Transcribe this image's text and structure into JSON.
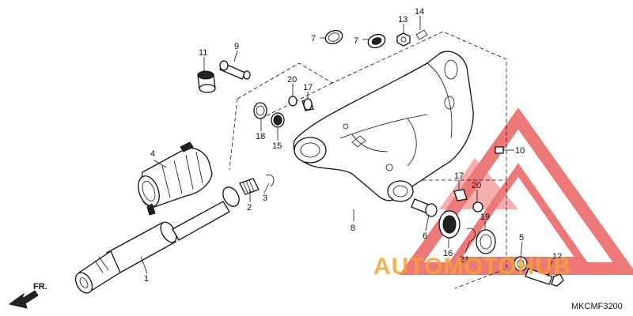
{
  "diagram": {
    "code": "MKCMF3200",
    "direction_label": "FR.",
    "watermark_text": "AUTOMOTOHUB",
    "callouts": [
      "1",
      "2",
      "3",
      "4",
      "5",
      "6",
      "7",
      "7",
      "8",
      "9",
      "10",
      "11",
      "12",
      "13",
      "14",
      "15",
      "16",
      "17",
      "17",
      "18",
      "19",
      "20",
      "20",
      "21"
    ]
  },
  "colors": {
    "line": "#111111",
    "watermark_red": "#e84c4c",
    "watermark_orange": "#f2a33a",
    "watermark_gray": "#5a5a5a"
  }
}
